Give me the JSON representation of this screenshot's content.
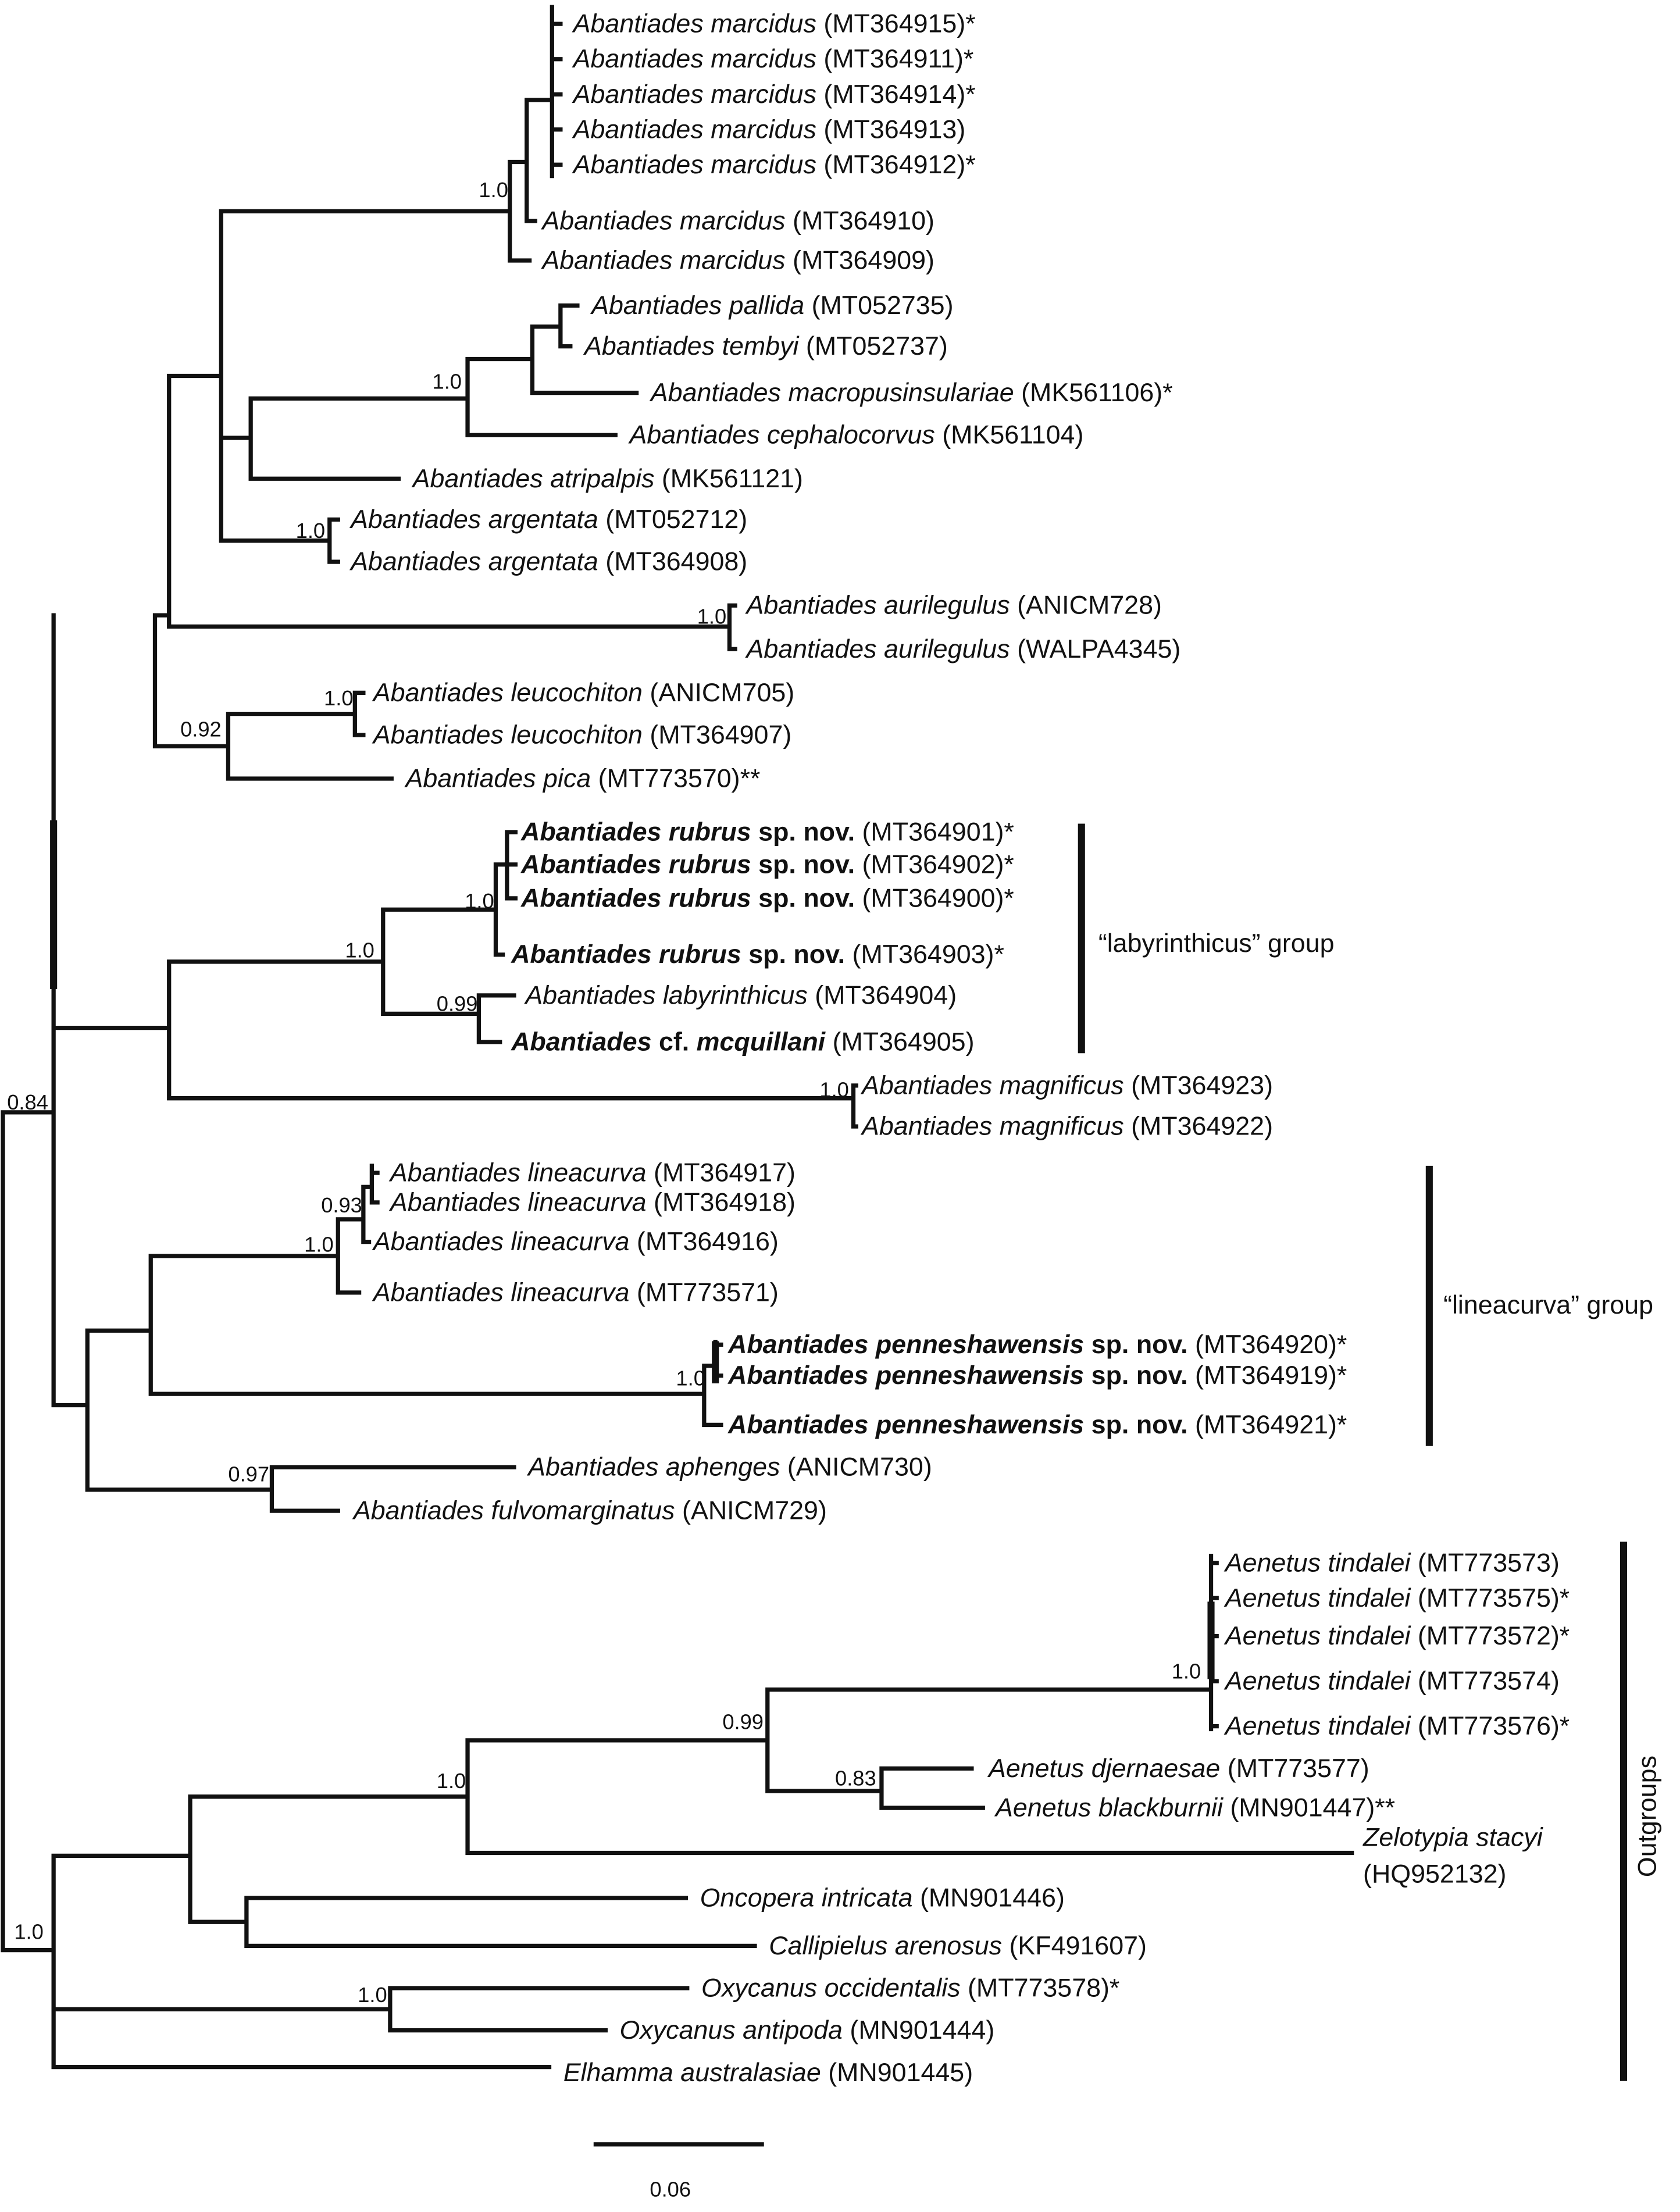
{
  "tips": [
    {
      "genus": "Abantiades",
      "species": "marcidus",
      "accession": "(MT364915)*"
    },
    {
      "genus": "Abantiades",
      "species": "marcidus",
      "accession": "(MT364911)*"
    },
    {
      "genus": "Abantiades",
      "species": "marcidus",
      "accession": "(MT364914)*"
    },
    {
      "genus": "Abantiades",
      "species": "marcidus",
      "accession": "(MT364913)"
    },
    {
      "genus": "Abantiades",
      "species": "marcidus",
      "accession": "(MT364912)*"
    },
    {
      "genus": "Abantiades",
      "species": "marcidus",
      "accession": "(MT364910)"
    },
    {
      "genus": "Abantiades",
      "species": "marcidus",
      "accession": "(MT364909)"
    },
    {
      "genus": "Abantiades",
      "species": "pallida",
      "accession": "(MT052735)"
    },
    {
      "genus": "Abantiades",
      "species": "tembyi",
      "accession": "(MT052737)"
    },
    {
      "genus": "Abantiades",
      "species": "macropusinsulariae",
      "accession": "(MK561106)*"
    },
    {
      "genus": "Abantiades",
      "species": "cephalocorvus",
      "accession": "(MK561104)"
    },
    {
      "genus": "Abantiades",
      "species": "atripalpis",
      "accession": "(MK561121)"
    },
    {
      "genus": "Abantiades",
      "species": "argentata",
      "accession": "(MT052712)"
    },
    {
      "genus": "Abantiades",
      "species": "argentata",
      "accession": "(MT364908)"
    },
    {
      "genus": "Abantiades",
      "species": "aurilegulus",
      "accession": "(ANICM728)"
    },
    {
      "genus": "Abantiades",
      "species": "aurilegulus",
      "accession": "(WALPA4345)"
    },
    {
      "genus": "Abantiades",
      "species": "leucochiton",
      "accession": "(ANICM705)"
    },
    {
      "genus": "Abantiades",
      "species": "leucochiton",
      "accession": "(MT364907)"
    },
    {
      "genus": "Abantiades",
      "species": "pica",
      "accession": "(MT773570)**"
    },
    {
      "genus": "Abantiades",
      "species": "rubrus",
      "suffix": "sp. nov.",
      "accession": "(MT364901)*",
      "bold": true
    },
    {
      "genus": "Abantiades",
      "species": "rubrus",
      "suffix": "sp. nov.",
      "accession": "(MT364902)*",
      "bold": true
    },
    {
      "genus": "Abantiades",
      "species": "rubrus",
      "suffix": "sp. nov.",
      "accession": "(MT364900)*",
      "bold": true
    },
    {
      "genus": "Abantiades",
      "species": "rubrus",
      "suffix": "sp. nov.",
      "accession": "(MT364903)*",
      "bold": true
    },
    {
      "genus": "Abantiades",
      "species": "labyrinthicus",
      "accession": "(MT364904)"
    },
    {
      "genus": "Abantiades",
      "prefix": "cf.",
      "species": "mcquillani",
      "accession": "(MT364905)",
      "bold": true
    },
    {
      "genus": "Abantiades",
      "species": "magnificus",
      "accession": "(MT364923)"
    },
    {
      "genus": "Abantiades",
      "species": "magnificus",
      "accession": "(MT364922)"
    },
    {
      "genus": "Abantiades",
      "species": "lineacurva",
      "accession": "(MT364917)"
    },
    {
      "genus": "Abantiades",
      "species": "lineacurva",
      "accession": "(MT364918)"
    },
    {
      "genus": "Abantiades",
      "species": "lineacurva",
      "accession": "(MT364916)"
    },
    {
      "genus": "Abantiades",
      "species": "lineacurva",
      "accession": "(MT773571)"
    },
    {
      "genus": "Abantiades",
      "species": "penneshawensis",
      "suffix": "sp. nov.",
      "accession": "(MT364920)*",
      "bold": true
    },
    {
      "genus": "Abantiades",
      "species": "penneshawensis",
      "suffix": "sp. nov.",
      "accession": "(MT364919)*",
      "bold": true
    },
    {
      "genus": "Abantiades",
      "species": "penneshawensis",
      "suffix": "sp. nov.",
      "accession": "(MT364921)*",
      "bold": true
    },
    {
      "genus": "Abantiades",
      "species": "aphenges",
      "accession": "(ANICM730)"
    },
    {
      "genus": "Abantiades",
      "species": "fulvomarginatus",
      "accession": "(ANICM729)"
    },
    {
      "genus": "Aenetus",
      "species": "tindalei",
      "accession": "(MT773573)"
    },
    {
      "genus": "Aenetus",
      "species": "tindalei",
      "accession": "(MT773575)*"
    },
    {
      "genus": "Aenetus",
      "species": "tindalei",
      "accession": "(MT773572)*"
    },
    {
      "genus": "Aenetus",
      "species": "tindalei",
      "accession": "(MT773574)"
    },
    {
      "genus": "Aenetus",
      "species": "tindalei",
      "accession": "(MT773576)*"
    },
    {
      "genus": "Aenetus",
      "species": "djernaesae",
      "accession": "(MT773577)"
    },
    {
      "genus": "Aenetus",
      "species": "blackburnii",
      "accession": "(MN901447)**"
    },
    {
      "genus": "Zelotypia",
      "species": "stacyi",
      "accession": "(HQ952132)",
      "wrap": true
    },
    {
      "genus": "Oncopera",
      "species": "intricata",
      "accession": "(MN901446)"
    },
    {
      "genus": "Callipielus",
      "species": "arenosus",
      "accession": "(KF491607)"
    },
    {
      "genus": "Oxycanus",
      "species": "occidentalis",
      "accession": "(MT773578)*"
    },
    {
      "genus": "Oxycanus",
      "species": "antipoda",
      "accession": "(MN901444)"
    },
    {
      "genus": "Elhamma",
      "species": "australasiae",
      "accession": "(MN901445)"
    }
  ],
  "support_values": [
    "1.0",
    "1.0",
    "1.0",
    "1.0",
    "0.92",
    "1.0",
    "1.0",
    "0.99",
    "1.0",
    "1.0",
    "0.84",
    "0.93",
    "1.0",
    "1.0",
    "0.97",
    "1.0",
    "0.99",
    "0.83",
    "1.0",
    "1.0",
    "1.0"
  ],
  "groups": {
    "labyrinthicus": "“labyrinthicus” group",
    "lineacurva": "“lineacurva” group",
    "outgroups": "Outgroups"
  },
  "scale_bar": {
    "label": "0.06",
    "value": 0.06
  }
}
